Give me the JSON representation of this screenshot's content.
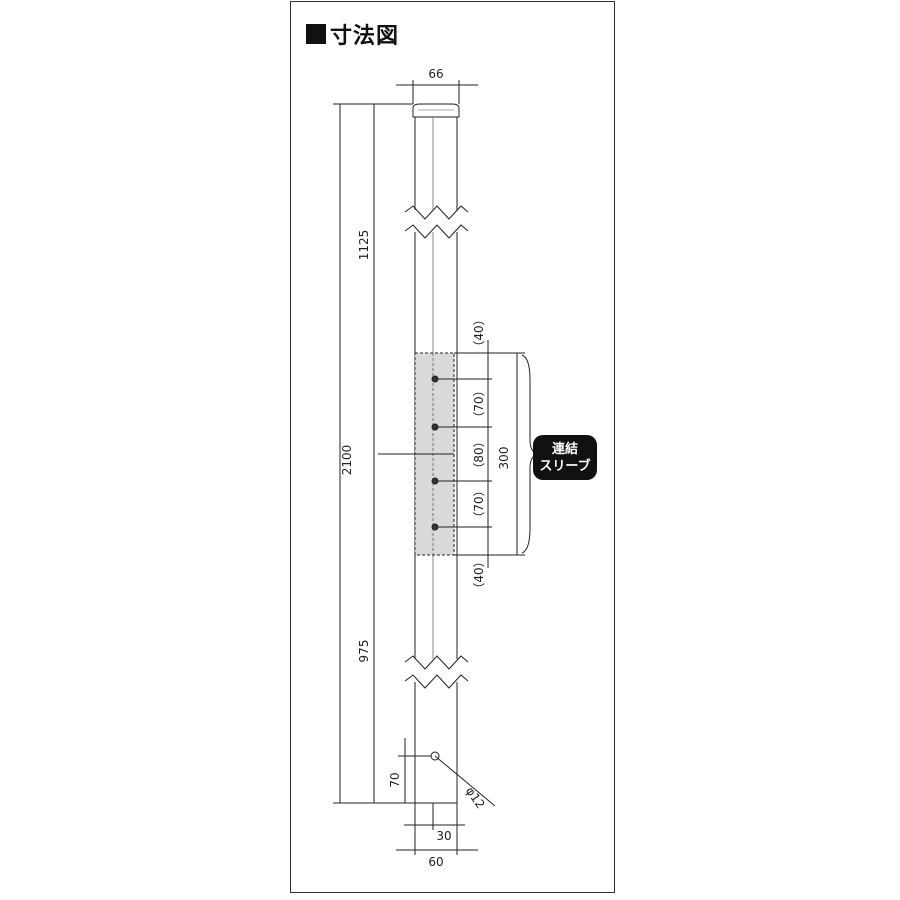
{
  "title": "寸法図",
  "dimensions": {
    "top_width": "66",
    "total_height": "2100",
    "upper_length": "1125",
    "lower_length": "975",
    "hole_offset": "70",
    "hole_diameter": "φ12",
    "bottom_inner": "30",
    "bottom_width": "60",
    "sleeve_length": "300",
    "sleeve_top": "（40）",
    "sleeve_spacing_1": "（70）",
    "sleeve_spacing_2": "（80）",
    "sleeve_spacing_3": "（70）",
    "sleeve_bottom": "（40）"
  },
  "callout": {
    "line1": "連結",
    "line2": "スリーブ"
  },
  "colors": {
    "line": "#222222",
    "sleeve_fill": "#d9d9d9",
    "badge": "#111111"
  }
}
